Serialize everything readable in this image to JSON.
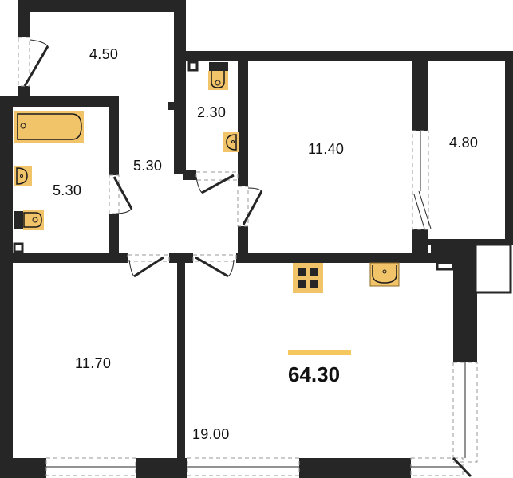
{
  "plan": {
    "total_area": "64.30",
    "colors": {
      "wall": "#262626",
      "fixture": "#F2C46A",
      "fixture_outline": "#1a1a1a",
      "accent_bar": "#F5C75C",
      "dash": "#999999"
    },
    "rooms": [
      {
        "id": "hallway-entry",
        "area": "4.50"
      },
      {
        "id": "corridor",
        "area": "5.30"
      },
      {
        "id": "bathroom",
        "area": "5.30"
      },
      {
        "id": "toilet",
        "area": "2.30"
      },
      {
        "id": "bedroom-1",
        "area": "11.40"
      },
      {
        "id": "balcony",
        "area": "4.80"
      },
      {
        "id": "bedroom-2",
        "area": "11.70"
      },
      {
        "id": "kitchen-living",
        "area": "19.00"
      }
    ],
    "fixtures": [
      "bathtub-icon",
      "sink-icon",
      "toilet-icon",
      "stove-icon",
      "kitchen-sink-icon"
    ]
  }
}
